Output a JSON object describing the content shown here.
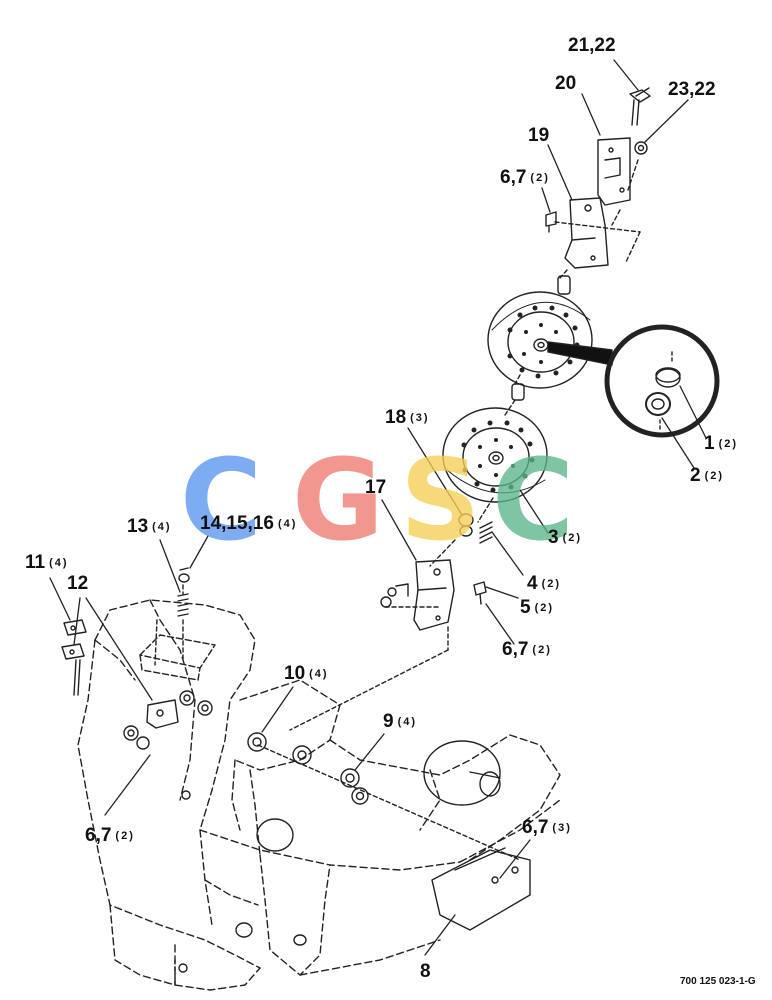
{
  "watermark": {
    "letters": [
      {
        "char": "C",
        "color": "#5b96f0"
      },
      {
        "char": "G",
        "color": "#ee7a70"
      },
      {
        "char": "S",
        "color": "#f7cf55"
      },
      {
        "char": "C",
        "color": "#5ab58a"
      }
    ]
  },
  "callouts": [
    {
      "id": "21,22",
      "qty": ""
    },
    {
      "id": "20",
      "qty": ""
    },
    {
      "id": "23,22",
      "qty": ""
    },
    {
      "id": "19",
      "qty": ""
    },
    {
      "id": "6,7",
      "qty": "(2)"
    },
    {
      "id": "1",
      "qty": "(2)"
    },
    {
      "id": "2",
      "qty": "(2)"
    },
    {
      "id": "18",
      "qty": "(3)"
    },
    {
      "id": "17",
      "qty": ""
    },
    {
      "id": "3",
      "qty": "(2)"
    },
    {
      "id": "4",
      "qty": "(2)"
    },
    {
      "id": "5",
      "qty": "(2)"
    },
    {
      "id": "6,7",
      "qty": "(2)"
    },
    {
      "id": "13",
      "qty": "(4)"
    },
    {
      "id": "14,15,16",
      "qty": "(4)"
    },
    {
      "id": "11",
      "qty": "(4)"
    },
    {
      "id": "12",
      "qty": ""
    },
    {
      "id": "10",
      "qty": "(4)"
    },
    {
      "id": "9",
      "qty": "(4)"
    },
    {
      "id": "6,7",
      "qty": "(2)"
    },
    {
      "id": "6,7",
      "qty": "(3)"
    },
    {
      "id": "8",
      "qty": ""
    }
  ],
  "part_number": "700 125 023-1-G"
}
